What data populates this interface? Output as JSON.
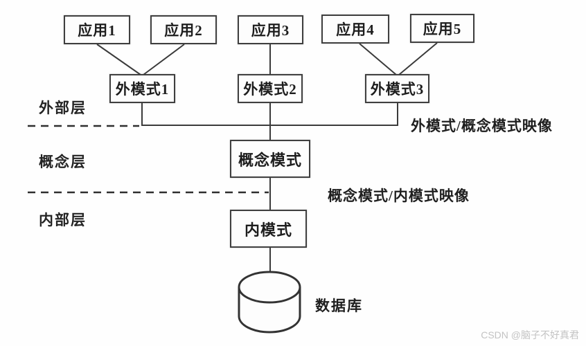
{
  "diagram": {
    "title_hint": "database-three-level-schema-architecture",
    "applications": [
      {
        "label": "应用1"
      },
      {
        "label": "应用2"
      },
      {
        "label": "应用3"
      },
      {
        "label": "应用4"
      },
      {
        "label": "应用5"
      }
    ],
    "external_schemas": [
      {
        "label": "外模式1"
      },
      {
        "label": "外模式2"
      },
      {
        "label": "外模式3"
      }
    ],
    "conceptual_schema_label": "概念模式",
    "internal_schema_label": "内模式",
    "database_label": "数据库",
    "layers": [
      {
        "label": "外部层"
      },
      {
        "label": "概念层"
      },
      {
        "label": "内部层"
      }
    ],
    "mappings": [
      {
        "label": "外模式/概念模式映像"
      },
      {
        "label": "概念模式/内模式映像"
      }
    ],
    "watermark": "CSDN @脑子不好真君",
    "colors": {
      "line": "#3a3a3a",
      "box_border": "#3f3f3f",
      "text": "#1f1f1f",
      "watermark": "#c3c3c3",
      "background": "#fefefe"
    }
  }
}
